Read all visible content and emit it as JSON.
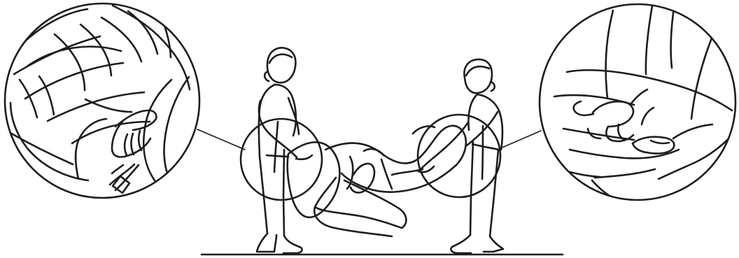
{
  "diagram": {
    "type": "instructional-illustration",
    "figures": [
      {
        "role": "left-carrier"
      },
      {
        "role": "right-carrier"
      }
    ],
    "callouts": [
      {
        "target": "left-grip"
      },
      {
        "target": "right-grip"
      }
    ],
    "colors": {
      "line": "#1d1d1b",
      "background": "#ffffff"
    }
  }
}
